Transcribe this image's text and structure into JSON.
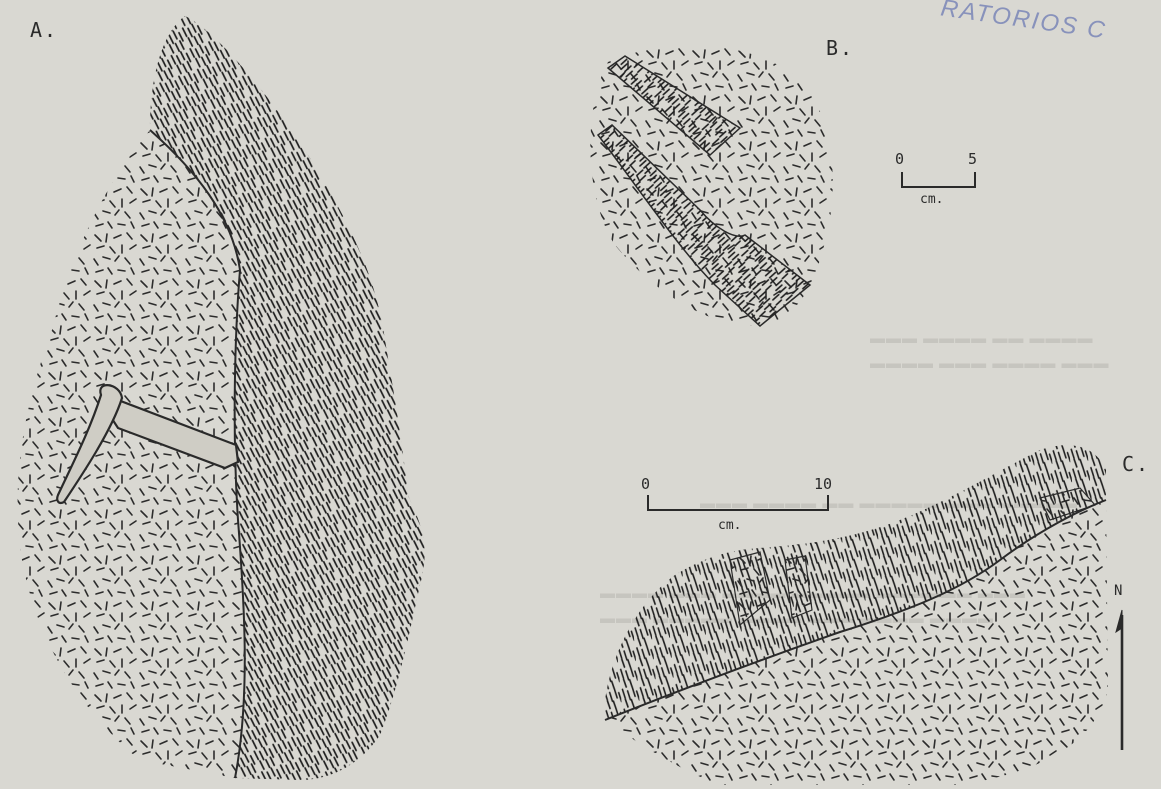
{
  "figure": {
    "panel_a_label": "A.",
    "panel_b_label": "B.",
    "panel_c_label": "C.",
    "scale_b": {
      "start": "0",
      "end": "5",
      "unit": "cm."
    },
    "scale_c": {
      "start": "0",
      "end": "10",
      "unit": "cm."
    },
    "north_label": "N",
    "stamp_text": "RATORIOS C"
  },
  "colors": {
    "paper": "#d9d8d2",
    "ink": "#2a2a2a",
    "stamp": "#7b86b8"
  },
  "icons": [
    "rock-hammer-icon",
    "north-arrow-icon"
  ]
}
